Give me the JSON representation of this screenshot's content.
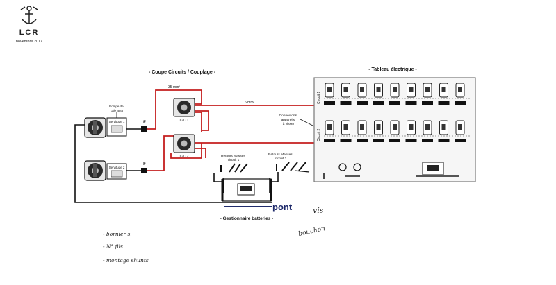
{
  "logo": {
    "text": "LCR",
    "date": "novembre 2017"
  },
  "sections": {
    "coupe_circuits": "- Coupe Circuits / Couplage -",
    "tableau": "- Tableau électrique -",
    "gestionnaire": "- Gestionnaire batteries -"
  },
  "labels": {
    "pompe": "Pompe de\ncale auto",
    "servitude1": "Servitude 1",
    "servitude2": "Servitude 2",
    "fuse": "F",
    "cable35": "35 mm²",
    "cable6": "6 mm²",
    "cc1": "C/C 1",
    "cc2": "C/C 2",
    "connexions": "Connexions\nappareils\nà visser",
    "circuit1": "Circuit 1",
    "circuit2": "Circuit 2",
    "retour1": "Retours Masses\ncircuit 1",
    "retour2": "Retours Masses\ncircuit 2"
  },
  "handwritten": {
    "pont": "pont",
    "vis": "vis",
    "bouchon": "bouchon",
    "notes": [
      "- bornier s.",
      "- N° fils",
      "- montage shunts"
    ]
  },
  "colors": {
    "line": "#111111",
    "red": "#c41e1e",
    "navy": "#1f2a6b",
    "panel": "#777777"
  }
}
